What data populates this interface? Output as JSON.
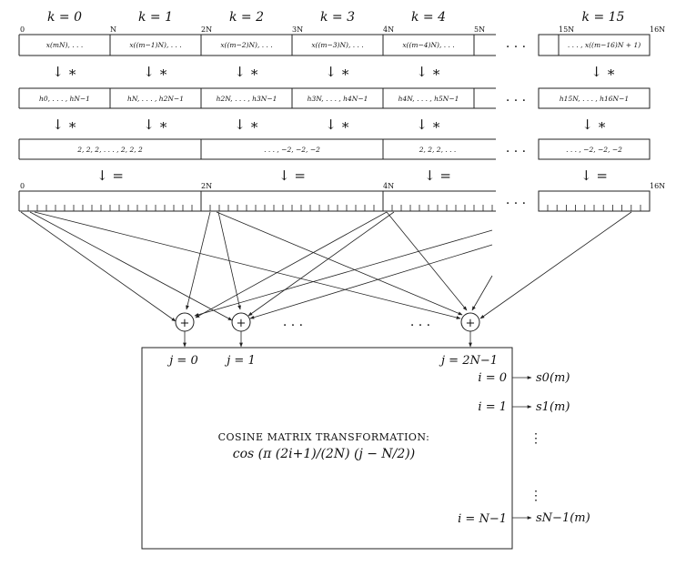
{
  "k_labels": [
    "k = 0",
    "k = 1",
    "k = 2",
    "k = 3",
    "k = 4",
    "k = 15"
  ],
  "row1": {
    "edge_labels": [
      "0",
      "N",
      "2N",
      "3N",
      "4N",
      "5N",
      "15N",
      "16N"
    ],
    "cells": [
      "x(mN), . . .",
      "x((m−1)N), . . .",
      "x((m−2)N), . . .",
      "x((m−3)N), . . .",
      "x((m−4)N), . . .",
      ". . . , x((m−16)N + 1)"
    ]
  },
  "row2": {
    "cells": [
      "h0, . . . , hN−1",
      "hN, . . . , h2N−1",
      "h2N, . . . , h3N−1",
      "h3N, . . . , h4N−1",
      "h4N, . . . , h5N−1",
      "h15N, . . . , h16N−1"
    ]
  },
  "row3": {
    "cells": [
      "2, 2, 2, . . . , 2, 2, 2",
      ". . . , −2, −2, −2",
      "2, 2, 2, . . .",
      ". . . , −2, −2, −2"
    ]
  },
  "row4": {
    "edge_labels": [
      "0",
      "2N",
      "4N",
      "16N"
    ]
  },
  "ops": {
    "multiply": "↓ ∗",
    "equals": "↓ ="
  },
  "ellipsis": ". . .",
  "vdots": "⋮",
  "adders": {
    "symbol": "+"
  },
  "j_labels": [
    "j = 0",
    "j = 1",
    "j = 2N−1"
  ],
  "i_labels": [
    "i = 0",
    "i = 1",
    "i = N−1"
  ],
  "outputs": [
    "s0(m)",
    "s1(m)",
    "sN−1(m)"
  ],
  "transform": {
    "title": "COSINE MATRIX TRANSFORMATION:",
    "formula": "cos (π (2i+1)/(2N) (j − N/2))"
  }
}
